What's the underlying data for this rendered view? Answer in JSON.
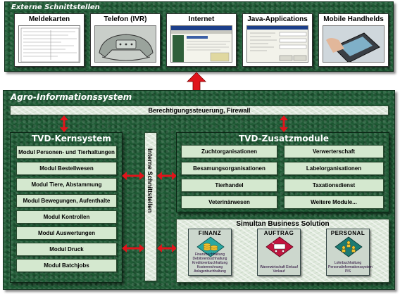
{
  "external": {
    "title": "Externe Schnittstellen",
    "boxes": [
      {
        "label": "Meldekarten"
      },
      {
        "label": "Telefon (IVR)"
      },
      {
        "label": "Internet"
      },
      {
        "label": "Java-Applications"
      },
      {
        "label": "Mobile Handhelds"
      }
    ]
  },
  "agro": {
    "title": "Agro-Informationssystem",
    "firewall": "Berechtigungssteuerung, Firewall",
    "interne": "Interne Schnittstellen"
  },
  "kern": {
    "title": "TVD-Kernsystem",
    "modules": [
      "Modul Personen- und Tierhaltungen",
      "Modul Bestellwesen",
      "Modul Tiere, Abstammung",
      "Modul Bewegungen, Aufenthalte",
      "Modul Kontrollen",
      "Modul Auswertungen",
      "Modul Druck",
      "Modul Batchjobs"
    ]
  },
  "zusatz": {
    "title": "TVD-Zusatzmodule",
    "left": [
      "Zuchtorganisationen",
      "Besamungsorganisationen",
      "Tierhandel",
      "Veterinärwesen"
    ],
    "right": [
      "Verwerterschaft",
      "Labelorganisationen",
      "Taxationsdienst",
      "Weitere Module..."
    ]
  },
  "simultan": {
    "title": "Simultan Business Solution",
    "boxes": [
      {
        "label": "FINANZ",
        "text": "Finanzbuchhaltung Debitorenbuchhaltung Kreditorenbuchhaltung Kostenrechnung Anlagenbuchhaltung",
        "icon": "coins-icon",
        "color": "#2aa7a0"
      },
      {
        "label": "AUFTRAG",
        "text": "Warenwirtschaft Einkauf Verkauf",
        "icon": "cart-icon",
        "color": "#c2153f"
      },
      {
        "label": "PERSONAL",
        "text": "Lohnbuchhaltung Personalinformationssystem PIS",
        "icon": "people-icon",
        "color": "#1c7a72"
      }
    ]
  },
  "colors": {
    "arrow": "#e0141b",
    "panel": "#1f5b35",
    "module": "#d4e8cf"
  }
}
